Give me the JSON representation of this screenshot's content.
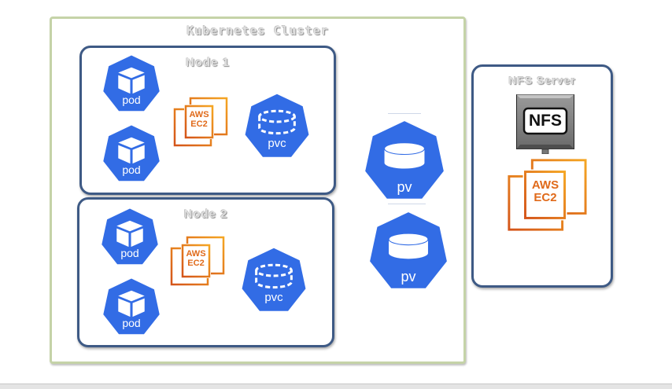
{
  "cluster": {
    "title": "Kubernetes Cluster"
  },
  "nodes": [
    {
      "title": "Node 1",
      "pods": [
        {
          "label": "pod",
          "icon": "cube-icon"
        },
        {
          "label": "pod",
          "icon": "cube-icon"
        }
      ],
      "ec2": {
        "line1": "AWS",
        "line2": "EC2"
      },
      "pvc": {
        "label": "pvc",
        "icon": "dashed-disk-icon"
      }
    },
    {
      "title": "Node 2",
      "pods": [
        {
          "label": "pod",
          "icon": "cube-icon"
        },
        {
          "label": "pod",
          "icon": "cube-icon"
        }
      ],
      "ec2": {
        "line1": "AWS",
        "line2": "EC2"
      },
      "pvc": {
        "label": "pvc",
        "icon": "dashed-disk-icon"
      }
    }
  ],
  "pvs": [
    {
      "label": "pv",
      "icon": "disk-icon"
    },
    {
      "label": "pv",
      "icon": "disk-icon"
    }
  ],
  "nfs_server": {
    "title": "NFS Server",
    "device_label": "NFS",
    "ec2": {
      "line1": "AWS",
      "line2": "EC2"
    }
  },
  "colors": {
    "k8s_blue": "#326ce5",
    "aws_orange": "#e8751a",
    "node_border": "#3e5a85",
    "cluster_border": "#c5d3a8"
  }
}
